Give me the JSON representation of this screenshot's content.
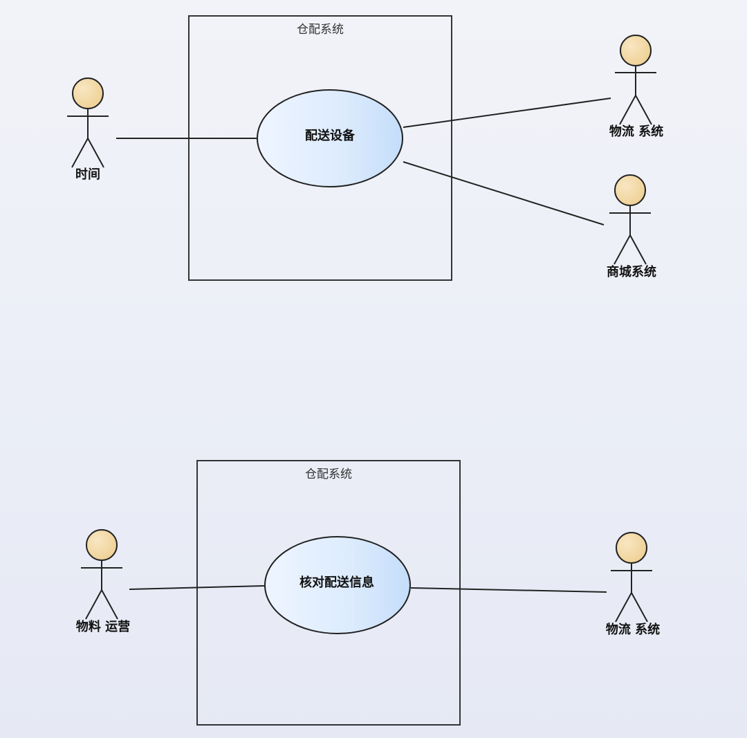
{
  "diagram": {
    "type": "uml-use-case",
    "colors": {
      "actor_head": "#f3d9a6",
      "usecase_fill_light": "#eef5ff",
      "usecase_fill_dark": "#c9e0fb",
      "line": "#222222"
    },
    "diagrams": [
      {
        "boundary_title": "仓配系统",
        "usecase": "配送设备",
        "actors": [
          {
            "id": "time",
            "label": "时间"
          },
          {
            "id": "logistics1",
            "label": "物流 系统"
          },
          {
            "id": "mall",
            "label": "商城系统"
          }
        ],
        "associations": [
          {
            "from": "时间",
            "to": "配送设备"
          },
          {
            "from": "配送设备",
            "to": "物流 系统"
          },
          {
            "from": "配送设备",
            "to": "商城系统"
          }
        ]
      },
      {
        "boundary_title": "仓配系统",
        "usecase": "核对配送信息",
        "actors": [
          {
            "id": "material-ops",
            "label": "物料 运营"
          },
          {
            "id": "logistics2",
            "label": "物流 系统"
          }
        ],
        "associations": [
          {
            "from": "物料 运营",
            "to": "核对配送信息"
          },
          {
            "from": "核对配送信息",
            "to": "物流 系统"
          }
        ]
      }
    ]
  }
}
